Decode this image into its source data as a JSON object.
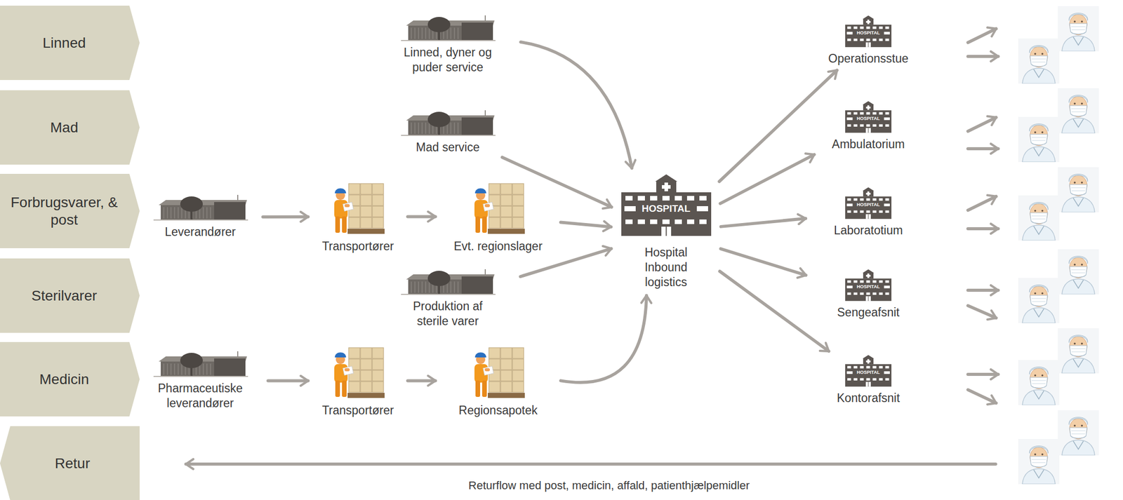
{
  "diagram": {
    "nodes": [
      {
        "text": [
          "Linned"
        ]
      },
      {
        "text": [
          "Linned, dyner og puder service"
        ]
      },
      {
        "text": [
          "HOSPITAL",
          "Operationsstue"
        ]
      },
      {
        "text": [
          "Mad"
        ]
      },
      {
        "text": [
          "Mad service"
        ]
      },
      {
        "text": [
          "HOSPITAL",
          "Ambulatorium"
        ]
      },
      {
        "text": [
          "Forbrugsvarer, & post"
        ]
      },
      {
        "text": [
          "Leverandører"
        ]
      },
      {
        "text": [
          "Transportører"
        ]
      },
      {
        "text": [
          "Evt. regionslager"
        ]
      },
      {
        "text": [
          "HOSPITAL",
          "Hospital Inbound logistics"
        ]
      },
      {
        "text": [
          "HOSPITAL",
          "Laboratotium"
        ]
      },
      {
        "text": [
          "Sterilvarer"
        ]
      },
      {
        "text": [
          "Produktion af sterile varer"
        ]
      },
      {
        "text": [
          "HOSPITAL",
          "Sengeafsnit"
        ]
      },
      {
        "text": [
          "Medicin"
        ]
      },
      {
        "text": [
          "Pharmaceutiske leverandører"
        ]
      },
      {
        "text": [
          "Transportører"
        ]
      },
      {
        "text": [
          "Regionsapotek"
        ]
      },
      {
        "text": [
          "HOSPITAL",
          "Kontorafsnit"
        ]
      },
      {
        "text": [
          "Retur"
        ]
      }
    ],
    "edges": [
      {
        "from": 1,
        "to": 10,
        "arrow": "to"
      },
      {
        "from": 4,
        "to": 10,
        "arrow": "to"
      },
      {
        "from": 7,
        "to": 8,
        "arrow": "to"
      },
      {
        "from": 8,
        "to": 9,
        "arrow": "to"
      },
      {
        "from": 9,
        "to": 10,
        "arrow": "to"
      },
      {
        "from": 13,
        "to": 10,
        "arrow": "to"
      },
      {
        "from": 16,
        "to": 17,
        "arrow": "to"
      },
      {
        "from": 17,
        "to": 18,
        "arrow": "to"
      },
      {
        "from": 18,
        "to": 10,
        "arrow": "to"
      },
      {
        "from": 10,
        "to": 2,
        "arrow": "to"
      },
      {
        "from": 10,
        "to": 5,
        "arrow": "to"
      },
      {
        "from": 10,
        "to": 11,
        "arrow": "to"
      },
      {
        "from": 10,
        "to": 14,
        "arrow": "to"
      },
      {
        "from": 10,
        "to": 19,
        "arrow": "to"
      }
    ],
    "labels": [
      "Returflow med post, medicin, affald, patienthjælpemidler"
    ]
  }
}
